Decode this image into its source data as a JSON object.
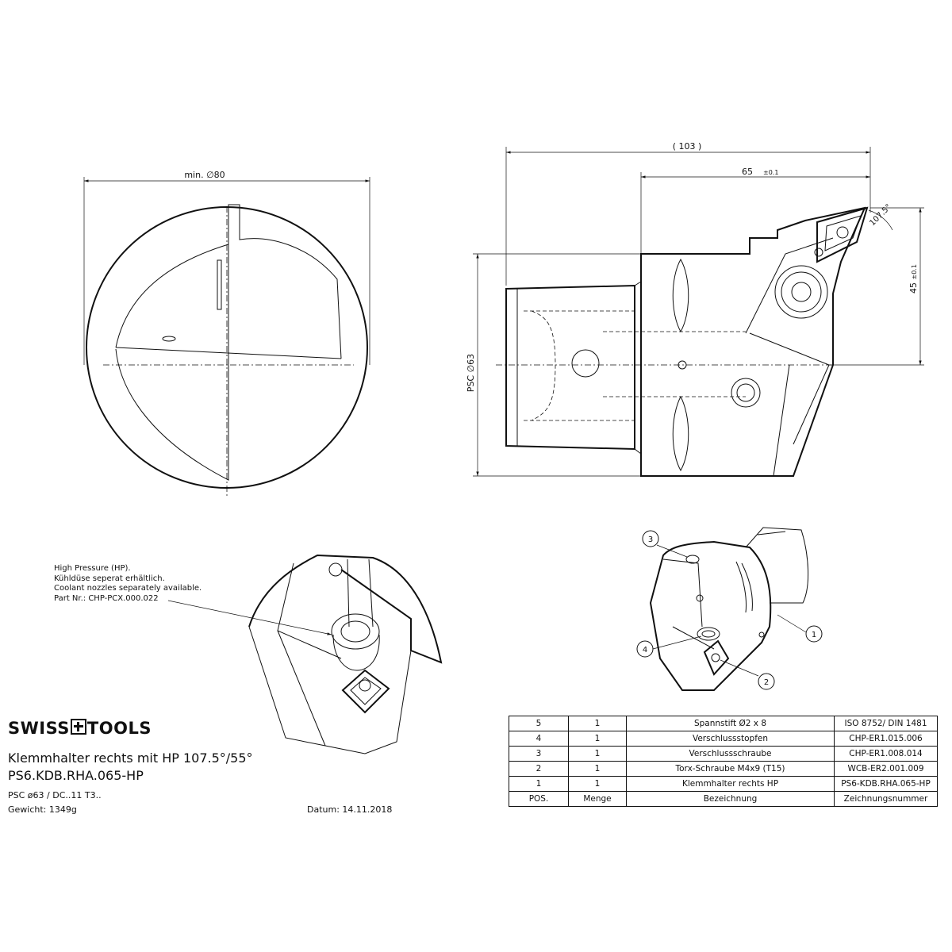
{
  "dimensions": {
    "min_diameter": "min. ∅80",
    "overall_length": "( 103 )",
    "length_65": "65",
    "tol_65": "±0.1",
    "height_45": "45",
    "tol_45": "±0.1",
    "angle": "107.5°",
    "psc_diameter": "PSC ∅63"
  },
  "callouts": [
    "1",
    "2",
    "3",
    "4"
  ],
  "note": {
    "line1": "High Pressure (HP).",
    "line2": "Kühldüse seperat erhältlich.",
    "line3": "Coolant nozzles separately available.",
    "line4": "Part Nr.: CHP-PCX.000.022"
  },
  "title_block": {
    "brand_left": "SWISS",
    "brand_right": "TOOLS",
    "title": "Klemmhalter rechts mit HP 107.5°/55°",
    "part_number": "PS6.KDB.RHA.065-HP",
    "spec": "PSC ø63 / DC..11 T3..",
    "weight": "Gewicht: 1349g",
    "date": "Datum: 14.11.2018"
  },
  "bom": {
    "headers": [
      "POS.",
      "Menge",
      "Bezeichnung",
      "Zeichnungsnummer"
    ],
    "rows": [
      [
        "5",
        "1",
        "Spannstift  Ø2 x 8",
        "ISO 8752/ DIN 1481"
      ],
      [
        "4",
        "1",
        "Verschlussstopfen",
        "CHP-ER1.015.006"
      ],
      [
        "3",
        "1",
        "Verschlussschraube",
        "CHP-ER1.008.014"
      ],
      [
        "2",
        "1",
        "Torx-Schraube  M4x9  (T15)",
        "WCB-ER2.001.009"
      ],
      [
        "1",
        "1",
        "Klemmhalter rechts HP",
        "PS6-KDB.RHA.065-HP"
      ]
    ]
  }
}
